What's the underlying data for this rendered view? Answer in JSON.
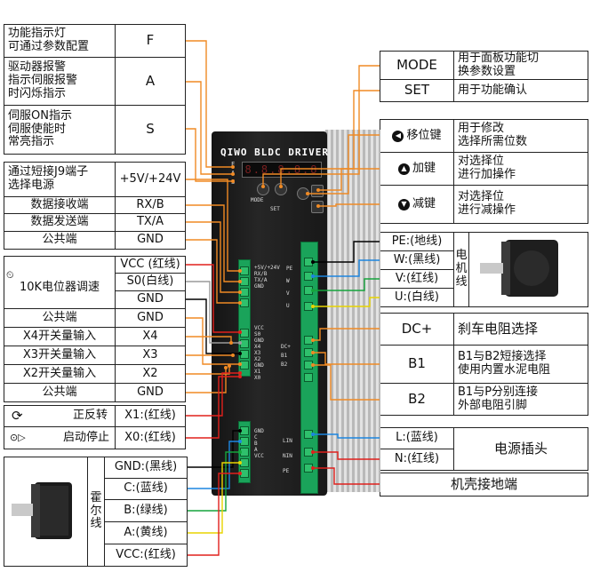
{
  "left_table": {
    "f_desc": "功能指示灯\n可通过参数配置",
    "f_code": "F",
    "a_desc": "驱动器报警\n指示伺服报警\n时闪烁指示",
    "a_code": "A",
    "s_desc": "伺服ON指示\n伺服使能时\n常亮指示",
    "s_code": "S",
    "j9_desc": "通过短接J9端子\n选择电源",
    "j9_val": "+5V/+24V",
    "rx_desc": "数据接收端",
    "rx_val": "RX/B",
    "tx_desc": "数据发送端",
    "tx_val": "TX/A",
    "gnd1_desc": "公共端",
    "gnd1_val": "GND",
    "pot_desc": "10K电位器调速",
    "vcc_val": "VCC (红线)",
    "s0_val": "S0(白线)",
    "gnd2_val": "GND",
    "gnd3_desc": "公共端",
    "gnd3_val": "GND",
    "x4_desc": "X4开关量输入",
    "x4_val": "X4",
    "x3_desc": "X3开关量输入",
    "x3_val": "X3",
    "x2_desc": "X2开关量输入",
    "x2_val": "X2",
    "gnd4_desc": "公共端",
    "gnd4_val": "GND",
    "x1_desc": "正反转",
    "x1_val": "X1:(红线)",
    "x0_desc": "启动停止",
    "x0_val": "X0:(红线)"
  },
  "hall": {
    "label": "霍\n尔\n线",
    "wires": [
      "GND:(黑线)",
      "C:(蓝线)",
      "B:(绿线)",
      "A:(黄线)",
      "VCC:(红线)"
    ]
  },
  "right_top": {
    "mode_label": "MODE",
    "mode_desc": "用于面板功能切\n换参数设置",
    "set_label": "SET",
    "set_desc": "用于功能确认",
    "shift_label": "移位键",
    "shift_desc": "用于修改\n选择所需位数",
    "up_label": "加键",
    "up_desc": "对选择位\n进行加操作",
    "down_label": "减键",
    "down_desc": "对选择位\n进行减操作"
  },
  "motor_wiring": {
    "pe": "PE:(地线)",
    "w": "W:(黑线)",
    "v": "V:(红线)",
    "u": "U:(白线)",
    "label": "电\n机\n线"
  },
  "brake": {
    "dc_label": "DC+",
    "dc_desc": "刹车电阻选择",
    "b1_label": "B1",
    "b1_desc": "B1与B2短接选择\n使用内置水泥电阻",
    "b2_label": "B2",
    "b2_desc": "B1与P分别连接\n外部电阻引脚"
  },
  "power": {
    "l": "L:(蓝线)",
    "n": "N:(红线)",
    "label": "电源插头",
    "ground": "机壳接地端"
  },
  "device": {
    "brand": "QIWO BLDC DRIVER",
    "display": "8.8.8.8.8",
    "mode_text": "MODE",
    "set_text": "SET",
    "led_labels": [
      "F",
      "A",
      "S"
    ],
    "left_block_labels": [
      "+5V/+24V",
      "RX/B",
      "TX/A",
      "GND"
    ],
    "mid_block_labels": [
      "VCC",
      "S0",
      "GND",
      "X4",
      "X3",
      "X2",
      "GND",
      "X1",
      "X0"
    ],
    "hall_block_labels": [
      "GND",
      "C",
      "B",
      "A",
      "VCC"
    ],
    "right_labels_top": [
      "PE",
      "W",
      "V",
      "U"
    ],
    "right_labels_mid": [
      "DC+",
      "B1",
      "B2"
    ],
    "right_labels_bot": [
      "LIN",
      "NIN",
      "PE"
    ]
  },
  "colors": {
    "orange": "#f08a24",
    "black": "#000000",
    "blue": "#1c86e0",
    "green": "#15a43c",
    "yellow": "#e8d400",
    "red": "#e0201c",
    "white": "#9a9a9a"
  }
}
